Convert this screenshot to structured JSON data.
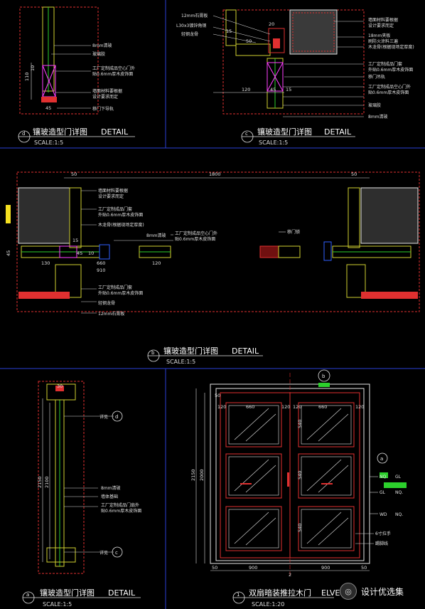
{
  "panels": {
    "d": {
      "letter": "d",
      "title": "镶玻造型门详图",
      "title_en": "DETAIL",
      "scale": "SCALE:1:5",
      "notes": [
        "8mm清玻",
        "玻璃胶",
        "工厂定制成品空心门外",
        "贴0.6mm厚木皮饰面",
        "墙面材料要根据",
        "设计要求而定",
        "移门下导轨"
      ],
      "dims": [
        "110",
        "10",
        "45"
      ]
    },
    "c": {
      "letter": "c",
      "title": "镶玻造型门详图",
      "title_en": "DETAIL",
      "scale": "SCALE:1:5",
      "notes": [
        "12mm石膏板",
        "L30x3镀锌角钢",
        "轻钢龙骨",
        "墙面材料要根据",
        "设计要求而定",
        "18mm夹板",
        "刷防火涂料三遍",
        "木龙骨(根据现场定厚度)",
        "工厂定制成品门套",
        "外贴0.6mm厚木皮饰面",
        "移门吊轨",
        "工厂定制成品空心门外",
        "贴0.6mm厚木皮饰面",
        "玻璃胶",
        "8mm清玻"
      ],
      "dims": [
        "15",
        "50",
        "20",
        "120",
        "45",
        "15"
      ]
    },
    "b": {
      "letter": "b",
      "title": "镶玻造型门详图",
      "title_en": "DETAIL",
      "scale": "SCALE:1:5",
      "notes": [
        "墙面材料要根据",
        "设计要求而定",
        "工厂定制成品门套",
        "外贴0.6mm厚木皮饰面",
        "木龙骨(根据现场定厚度)",
        "8mm清玻",
        "工厂定制成品空心门外",
        "贴0.6mm厚木皮饰面",
        "移门锁",
        "工厂定制成品门套",
        "外贴0.6mm厚木皮饰面",
        "轻钢龙骨",
        "12mm石膏板"
      ],
      "dims": [
        "50",
        "1800",
        "50",
        "45",
        "130",
        "660",
        "120",
        "910",
        "45",
        "10",
        "15"
      ]
    },
    "a": {
      "letter": "a",
      "title": "镶玻造型门详图",
      "title_en": "DETAIL",
      "scale": "SCALE:1:5",
      "notes": [
        "8mm清玻",
        "墙体基础",
        "工厂定制成品门扇外",
        "贴0.6mm厚木皮饰面"
      ],
      "dims": [
        "2150",
        "2100",
        "30"
      ],
      "callouts": [
        "详见",
        "d",
        "c"
      ]
    },
    "elev": {
      "letter": "1",
      "title": "双扇暗装推拉木门",
      "title_en": "ELVE",
      "scale": "SCALE:1:20",
      "notes": [
        "6寸拉手",
        "踢脚线"
      ],
      "dims": [
        "120",
        "660",
        "120",
        "120",
        "660",
        "120",
        "50",
        "540",
        "540",
        "540",
        "2000",
        "2150",
        "50",
        "900",
        "900",
        "50",
        "2"
      ],
      "finish_codes": [
        "NQ.",
        "GL",
        "NQ.",
        "WD",
        "NQ."
      ],
      "markers": [
        "a",
        "b"
      ]
    }
  },
  "watermark": {
    "text": "设计优选集",
    "icon": "wechat-icon"
  }
}
